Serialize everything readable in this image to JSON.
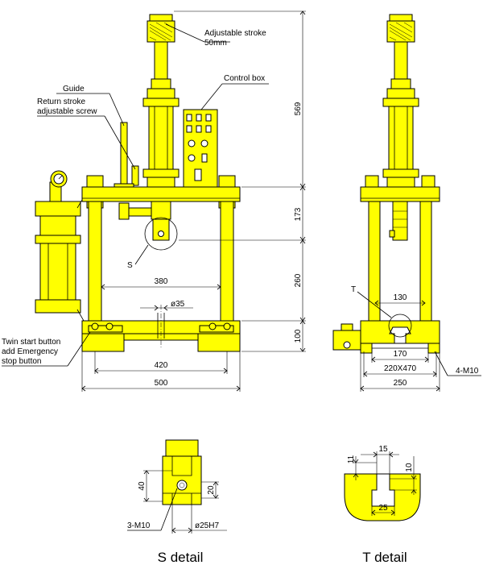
{
  "callouts": {
    "adjustable_stroke": "Adjustable stroke",
    "adjustable_stroke_value": "50mm",
    "control_box": "Control box",
    "guide": "Guide",
    "return_stroke_1": "Return stroke",
    "return_stroke_2": "adjustable screw",
    "twin_start_1": "Twin start button",
    "twin_start_2": "add Emergency",
    "twin_start_3": "stop button",
    "s_marker": "S",
    "t_marker": "T"
  },
  "front_dims": {
    "d569": "569",
    "d173": "173",
    "d260": "260",
    "d100": "100",
    "d380": "380",
    "d35": "ø35",
    "d420": "420",
    "d500": "500"
  },
  "side_dims": {
    "d130": "130",
    "d170": "170",
    "d220x470": "220X470",
    "d250": "250",
    "m10": "4-M10"
  },
  "s_detail": {
    "title": "S detail",
    "d40": "40",
    "d20": "20",
    "m10": "3-M10",
    "d25h7": "ø25H7"
  },
  "t_detail": {
    "title": "T detail",
    "d15": "15",
    "d11": "11",
    "d10": "10",
    "d25": "25"
  }
}
